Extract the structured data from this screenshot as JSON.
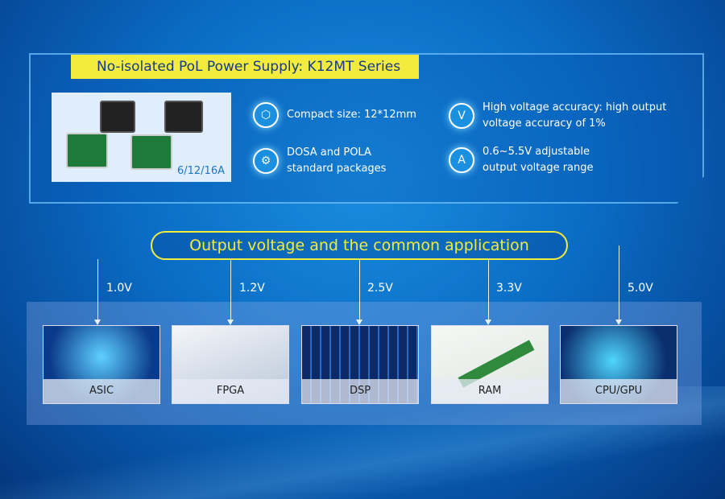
{
  "header": {
    "title": "No-isolated PoL Power Supply: K12MT Series",
    "current_rating": "6/12/16A"
  },
  "features": [
    {
      "icon": "cube-icon",
      "text": "Compact  size: 12*12mm"
    },
    {
      "icon": "package-icon",
      "text": "DOSA and POLA standard packages"
    },
    {
      "icon": "voltmeter-icon",
      "glyph": "V",
      "text": "High voltage accuracy: high output voltage accuracy of 1%"
    },
    {
      "icon": "ammeter-icon",
      "glyph": "A",
      "text": "0.6~5.5V adjustable output voltage range"
    }
  ],
  "section_title": "Output voltage and the common application",
  "applications": [
    {
      "voltage": "1.0V",
      "label": "ASIC"
    },
    {
      "voltage": "1.2V",
      "label": "FPGA"
    },
    {
      "voltage": "2.5V",
      "label": "DSP"
    },
    {
      "voltage": "3.3V",
      "label": "RAM"
    },
    {
      "voltage": "5.0V",
      "label": "CPU/GPU"
    }
  ],
  "colors": {
    "accent_yellow": "#f3ec3c",
    "title_text": "#133a8a"
  }
}
